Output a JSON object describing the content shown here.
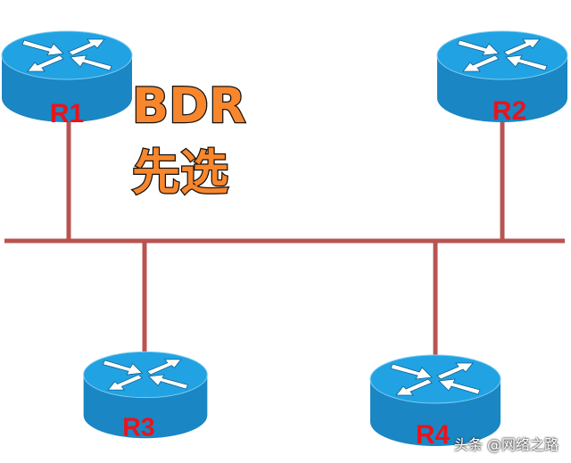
{
  "title": {
    "line1": "BDR",
    "line2": "先选"
  },
  "routers": [
    {
      "label": "R1"
    },
    {
      "label": "R2"
    },
    {
      "label": "R3"
    },
    {
      "label": "R4"
    }
  ],
  "watermark": "头条 @网络之路",
  "colors": {
    "link": "#b85450",
    "router_top": "#21a2e3",
    "router_side": "#1a86c4",
    "label": "#e8141b",
    "title": "#f7862c"
  }
}
